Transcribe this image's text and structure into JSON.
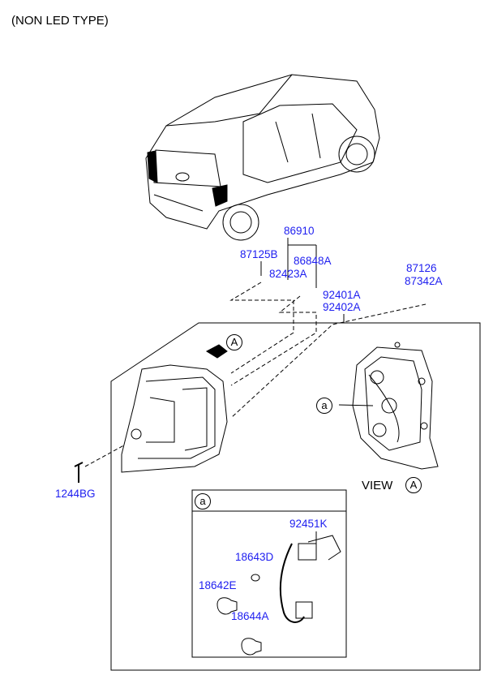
{
  "title": "(NON LED TYPE)",
  "parts": {
    "p86910": "86910",
    "p87125B": "87125B",
    "p86848A": "86848A",
    "p82423A": "82423A",
    "p92401A": "92401A",
    "p92402A": "92402A",
    "p87126": "87126",
    "p87342A": "87342A",
    "p1244BG": "1244BG",
    "p92451K": "92451K",
    "p18643D": "18643D",
    "p18642E": "18642E",
    "p18644A": "18644A"
  },
  "callouts": {
    "view_ref": "A",
    "detail_ref": "a",
    "view_label": "VIEW"
  }
}
